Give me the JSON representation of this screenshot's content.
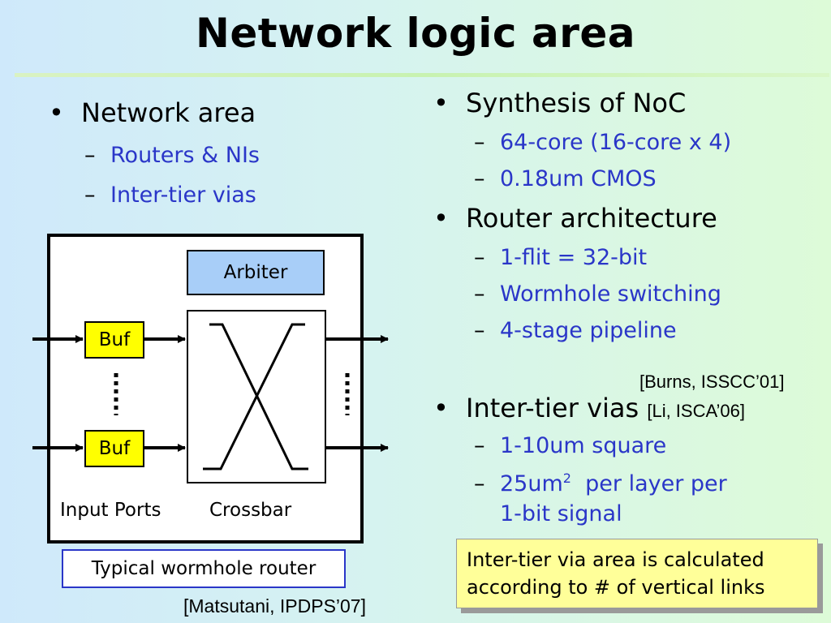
{
  "title": "Network logic area",
  "left": {
    "bullet": "Network area",
    "subs": [
      "Routers & NIs",
      "Inter-tier vias"
    ]
  },
  "right": {
    "b1": "Synthesis of NoC",
    "b1_subs": [
      "64-core (16-core x 4)",
      "0.18um CMOS"
    ],
    "b2": "Router architecture",
    "b2_subs": [
      "1-flit = 32-bit",
      "Wormhole switching",
      "4-stage pipeline"
    ],
    "cite_burns": "[Burns, ISSCC’01]",
    "b3": "Inter-tier vias",
    "cite_li": "[Li, ISCA’06]",
    "b3_sub1": "1-10um square",
    "b3_sub2_a": "25um",
    "b3_sub2_sup": "2",
    "b3_sub2_b": "per layer per",
    "b3_sub2_c": "1-bit signal"
  },
  "diagram": {
    "arbiter": "Arbiter",
    "buf": "Buf",
    "input_ports": "Input Ports",
    "crossbar": "Crossbar",
    "caption": "Typical wormhole router",
    "cite": "[Matsutani, IPDPS’07]"
  },
  "note": {
    "line1": "Inter-tier via area is calculated",
    "line2": "according to # of vertical links"
  },
  "bullet_glyph": "•",
  "dash_glyph": "–"
}
